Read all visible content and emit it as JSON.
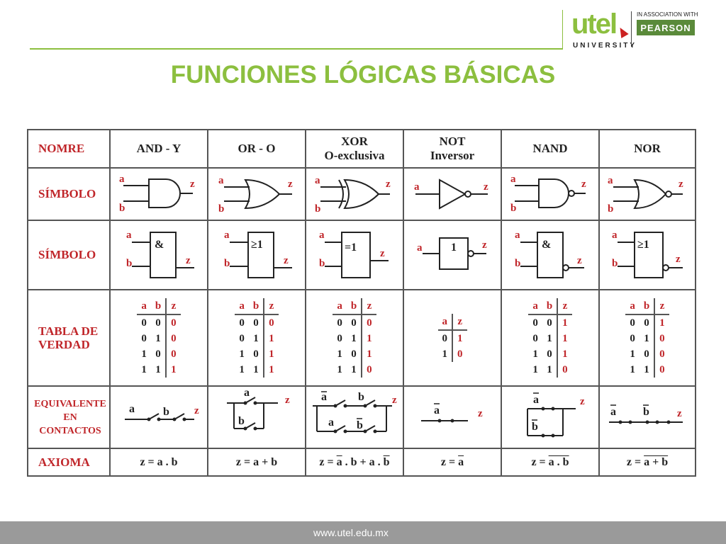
{
  "branding": {
    "logo_text": "utel",
    "university": "UNIVERSITY",
    "association": "IN ASSOCIATION WITH",
    "partner": "PEARSON"
  },
  "title": "FUNCIONES LÓGICAS BÁSICAS",
  "table": {
    "row_headers": {
      "name": "NOMRE",
      "symbol1": "SÍMBOLO",
      "symbol2": "SÍMBOLO",
      "truth_l1": "TABLA DE",
      "truth_l2": "VERDAD",
      "contacts_l1": "EQUIVALENTE",
      "contacts_l2": "EN",
      "contacts_l3": "CONTACTOS",
      "axiom": "AXIOMA"
    },
    "gates": [
      {
        "name_l1": "AND  -  Y",
        "name_l2": "",
        "ieee": "&",
        "axiom": "z = a . b"
      },
      {
        "name_l1": "OR - O",
        "name_l2": "",
        "ieee": "≥1",
        "axiom": "z = a + b"
      },
      {
        "name_l1": "XOR",
        "name_l2": "O-exclusiva",
        "ieee": "=1",
        "axiom_parts": [
          "z = ",
          "a",
          " . b + a . ",
          "b"
        ]
      },
      {
        "name_l1": "NOT",
        "name_l2": "Inversor",
        "ieee": "1",
        "axiom_parts": [
          "z = ",
          "a"
        ]
      },
      {
        "name_l1": "NAND",
        "name_l2": "",
        "ieee": "&",
        "axiom_parts": [
          "z = ",
          "a . b"
        ]
      },
      {
        "name_l1": "NOR",
        "name_l2": "",
        "ieee": "≥1",
        "axiom_parts": [
          "z = ",
          "a + b"
        ]
      }
    ],
    "truth_tables": {
      "inputs2": [
        [
          "0",
          "0"
        ],
        [
          "0",
          "1"
        ],
        [
          "1",
          "0"
        ],
        [
          "1",
          "1"
        ]
      ],
      "inputs1": [
        [
          "0"
        ],
        [
          "1"
        ]
      ],
      "and": [
        "0",
        "0",
        "0",
        "1"
      ],
      "or": [
        "0",
        "1",
        "1",
        "1"
      ],
      "xor": [
        "0",
        "1",
        "1",
        "0"
      ],
      "not": [
        "1",
        "0"
      ],
      "nand": [
        "1",
        "1",
        "1",
        "0"
      ],
      "nor": [
        "1",
        "0",
        "0",
        "0"
      ]
    },
    "var_labels": {
      "a": "a",
      "b": "b",
      "z": "z"
    }
  },
  "footer": {
    "url": "www.utel.edu.mx"
  },
  "colors": {
    "accent": "#8cbf3f",
    "red": "#c0262a",
    "footer": "#9a9a9a"
  }
}
